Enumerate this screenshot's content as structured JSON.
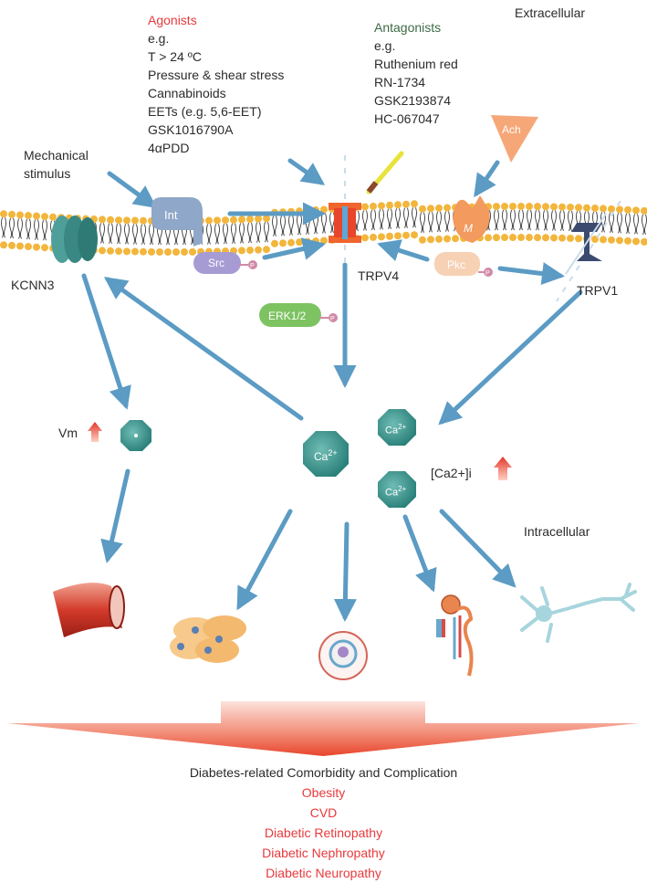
{
  "agonists": {
    "title": "Agonists",
    "items": [
      "e.g.",
      "T > 24 ºC",
      "Pressure & shear stress",
      "Cannabinoids",
      "EETs (e.g. 5,6-EET)",
      "GSK1016790A",
      "4αPDD"
    ]
  },
  "antagonists": {
    "title": "Antagonists",
    "items": [
      "e.g.",
      "Ruthenium red",
      "RN-1734",
      "GSK2193874",
      "HC-067047"
    ]
  },
  "labels": {
    "extracellular": "Extracellular",
    "intracellular": "Intracellular",
    "mechanical_line1": "Mechanical",
    "mechanical_line2": "stimulus",
    "kcnn3": "KCNN3",
    "trpv4": "TRPV4",
    "trpv1": "TRPV1",
    "vm": "Vm",
    "ca_i": "[Ca2+]i"
  },
  "proteins": {
    "int": "Int",
    "src": "Src",
    "pkc": "Pkc",
    "erk": "ERK1/2",
    "m": "M",
    "ach": "Ach",
    "p": "P"
  },
  "calcium": {
    "base": "Ca",
    "sup": "2+"
  },
  "bottom": {
    "title": "Diabetes-related Comorbidity and Complication",
    "items": [
      "Obesity",
      "CVD",
      "Diabetic Retinopathy",
      "Diabetic Nephropathy",
      "Diabetic Neuropathy"
    ]
  },
  "colors": {
    "arrow": "#5b9bc4",
    "membrane": "#f2b63c",
    "calcium": "#2f8a84",
    "agonist_title": "#e8393c",
    "antagonist_title": "#3d6b45",
    "disease_text": "#e8393c"
  }
}
